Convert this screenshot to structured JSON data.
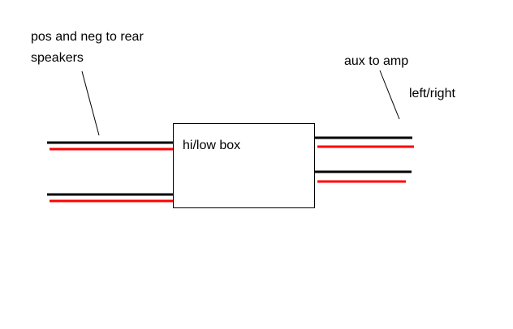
{
  "labels": {
    "rear_speakers_line1": "pos and neg to rear",
    "rear_speakers_line2": "speakers",
    "aux_to_amp": "aux to amp",
    "left_right": "left/right",
    "box": "hi/low box"
  },
  "colors": {
    "background": "#ffffff",
    "text": "#000000",
    "box_border": "#000000",
    "leader_line": "#000000"
  },
  "wires": [
    {
      "id": "left-top-black",
      "side": "left",
      "color": "#000000"
    },
    {
      "id": "left-top-red",
      "side": "left",
      "color": "#ff0000"
    },
    {
      "id": "left-bottom-black",
      "side": "left",
      "color": "#000000"
    },
    {
      "id": "left-bottom-red",
      "side": "left",
      "color": "#ff0000"
    },
    {
      "id": "right-top-black",
      "side": "right",
      "color": "#000000"
    },
    {
      "id": "right-top-red",
      "side": "right",
      "color": "#ff0000"
    },
    {
      "id": "right-bottom-black",
      "side": "right",
      "color": "#000000"
    },
    {
      "id": "right-bottom-red",
      "side": "right",
      "color": "#ff0000"
    }
  ]
}
